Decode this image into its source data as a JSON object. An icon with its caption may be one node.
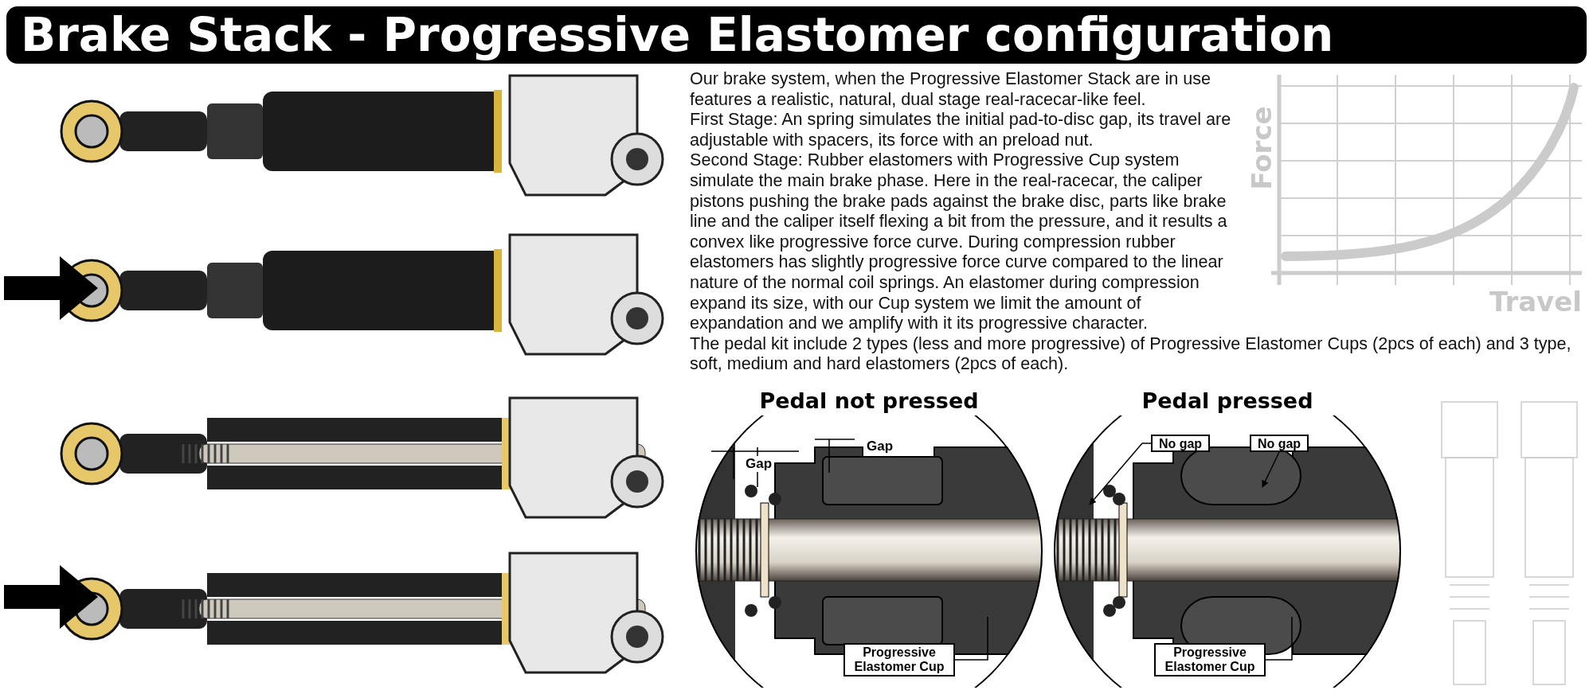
{
  "diagram": {
    "title": "Brake Stack - Progressive Elastomer configuration",
    "nodes": [
      {
        "text": [
          "Pedal not pressed"
        ]
      },
      {
        "text": [
          "Progressive Elastomer Cup"
        ],
        "in": 0
      },
      {
        "text": [
          "Pedal pressed"
        ]
      },
      {
        "text": [
          "No gap"
        ],
        "in": 2
      },
      {
        "text": [
          "No gap"
        ],
        "in": 2
      },
      {
        "text": [
          "Progressive Elastomer Cup"
        ],
        "in": 2
      }
    ],
    "edges": [
      {
        "from": 1,
        "to": null,
        "arrow": "none"
      },
      {
        "from": 3,
        "to": null,
        "arrow": "to"
      },
      {
        "from": 4,
        "to": null,
        "arrow": "to"
      },
      {
        "from": 5,
        "to": null,
        "arrow": "none"
      }
    ],
    "labels": [
      "Our brake system, when the Progressive Elastomer Stack are in use features a realistic, natural, dual stage real-racecar-like feel.",
      "First Stage: An spring simulates the initial pad-to-disc gap, its travel are adjustable with spacers, its force with an preload nut.",
      "Second Stage: Rubber elastomers with Progressive Cup system simulate the main brake phase. Here in the real-racecar, the caliper pistons pushing the brake pads against the brake disc, parts like brake line and the caliper itself flexing a bit from the pressure, and it results a convex like progressive force curve. During compression rubber elastomers has slightly progressive force curve compared to the linear nature of the normal coil springs. An elastomer during compression expand its size, with our Cup system we limit the amount of expandation and we amplify with it its progressive character.",
      "The pedal kit include 2 types (less and more progressive) of Progressive Elastomer Cups (2pcs of each) and 3 type, soft, medium and hard elastomers (2pcs of each).",
      "Force",
      "Travel",
      "Gap",
      "Gap"
    ]
  }
}
